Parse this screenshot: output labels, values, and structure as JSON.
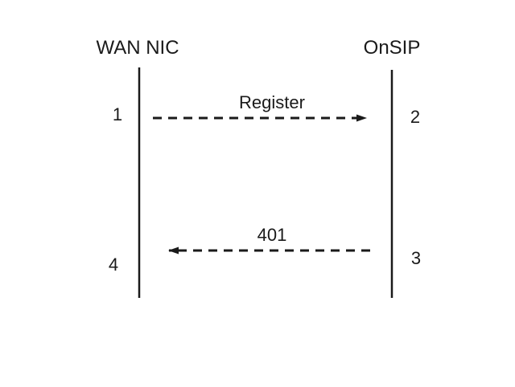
{
  "diagram": {
    "type": "sequence",
    "background": "#ffffff",
    "line_color": "#1a1a1a",
    "actors": [
      {
        "name": "WAN NIC",
        "side": "left"
      },
      {
        "name": "OnSIP",
        "side": "right"
      }
    ],
    "messages": [
      {
        "label": "Register",
        "direction": "left-to-right",
        "style": "dashed",
        "left_seq": "1",
        "right_seq": "2"
      },
      {
        "label": "401",
        "direction": "right-to-left",
        "style": "dashed",
        "left_seq": "4",
        "right_seq": "3"
      }
    ]
  }
}
